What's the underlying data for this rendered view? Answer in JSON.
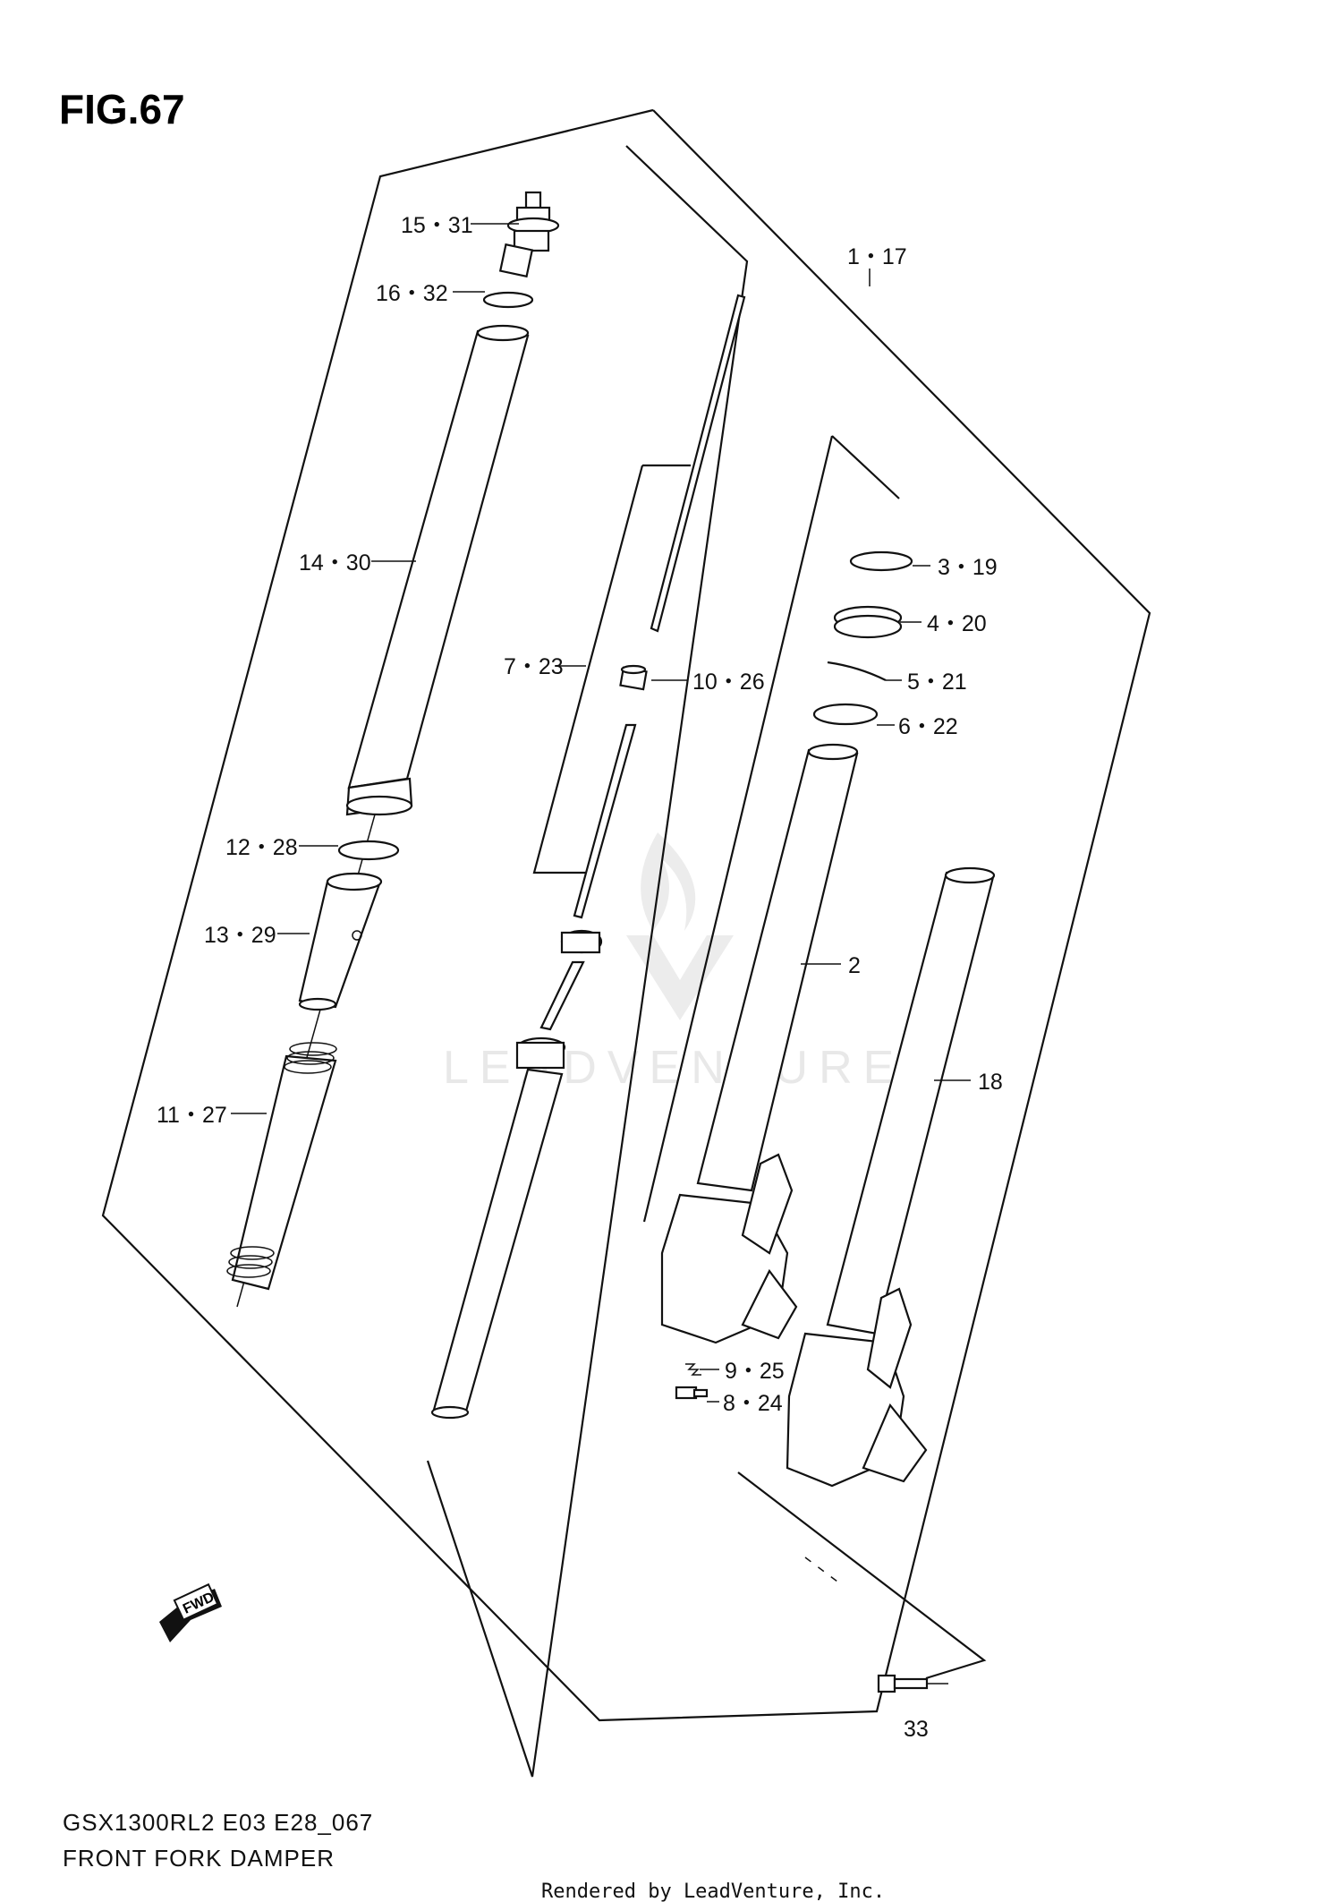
{
  "figure": {
    "title": "FIG.67",
    "model_code": "GSX1300RL2 E03 E28_067",
    "caption": "FRONT FORK DAMPER"
  },
  "watermark": {
    "text": "LEADVENTURE"
  },
  "fwd_arrow": {
    "label": "FWD"
  },
  "render_note": "Rendered by LeadVenture, Inc.",
  "callouts": {
    "c1_17": "1・17",
    "c15_31": "15・31",
    "c16_32": "16・32",
    "c14_30": "14・30",
    "c7_23": "7・23",
    "c10_26": "10・26",
    "c3_19": "3・19",
    "c4_20": "4・20",
    "c5_21": "5・21",
    "c6_22": "6・22",
    "c12_28": "12・28",
    "c13_29": "13・29",
    "c2": "2",
    "c18": "18",
    "c11_27": "11・27",
    "c9_25": "9・25",
    "c8_24": "8・24",
    "c33": "33"
  },
  "colors": {
    "ink": "#111111",
    "watermark": "#e8e8e8"
  }
}
